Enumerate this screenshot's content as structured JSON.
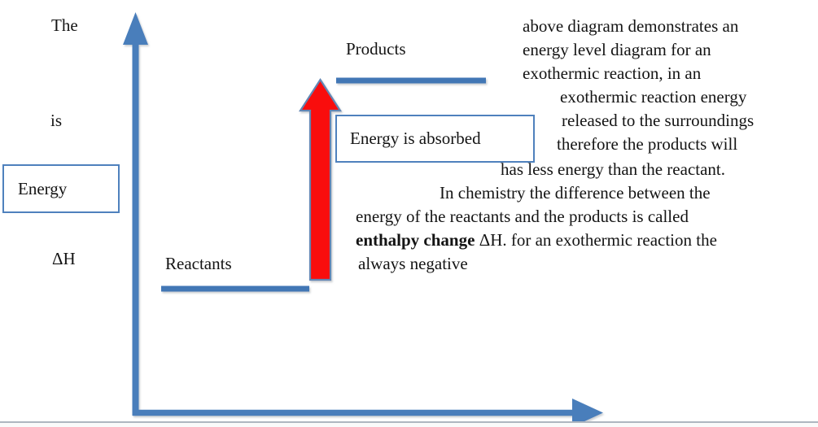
{
  "colors": {
    "axis_blue": "#4a7ebb",
    "level_blue": "#4377b5",
    "box_border_blue": "#4f81bd",
    "arrow_red": "#f90d0d",
    "arrow_red_border": "#6286b4",
    "text": "#141414",
    "page_edge": "#aeb6bf",
    "below_edge_bg": "#fafafa"
  },
  "labels": {
    "the": "The",
    "is": "is",
    "energy_box": "Energy",
    "delta_h": "ΔH",
    "reactants": "Reactants",
    "products": "Products",
    "energy_absorbed_box": "Energy is absorbed"
  },
  "paragraph": {
    "lines": [
      {
        "text": "above diagram demonstrates an"
      },
      {
        "text": "energy level diagram for an"
      },
      {
        "text": "exothermic reaction, in an"
      },
      {
        "text": "exothermic reaction energy"
      },
      {
        "text": "released to the surroundings"
      },
      {
        "text": "therefore the products will"
      },
      {
        "text": "has less energy than the reactant."
      },
      {
        "text": "In chemistry the difference between the"
      },
      {
        "text": "energy of the reactants and the products is called"
      },
      {
        "bold": "enthalpy change",
        "text": " ΔH. for an exothermic reaction the"
      },
      {
        "text": "always negative"
      }
    ]
  }
}
